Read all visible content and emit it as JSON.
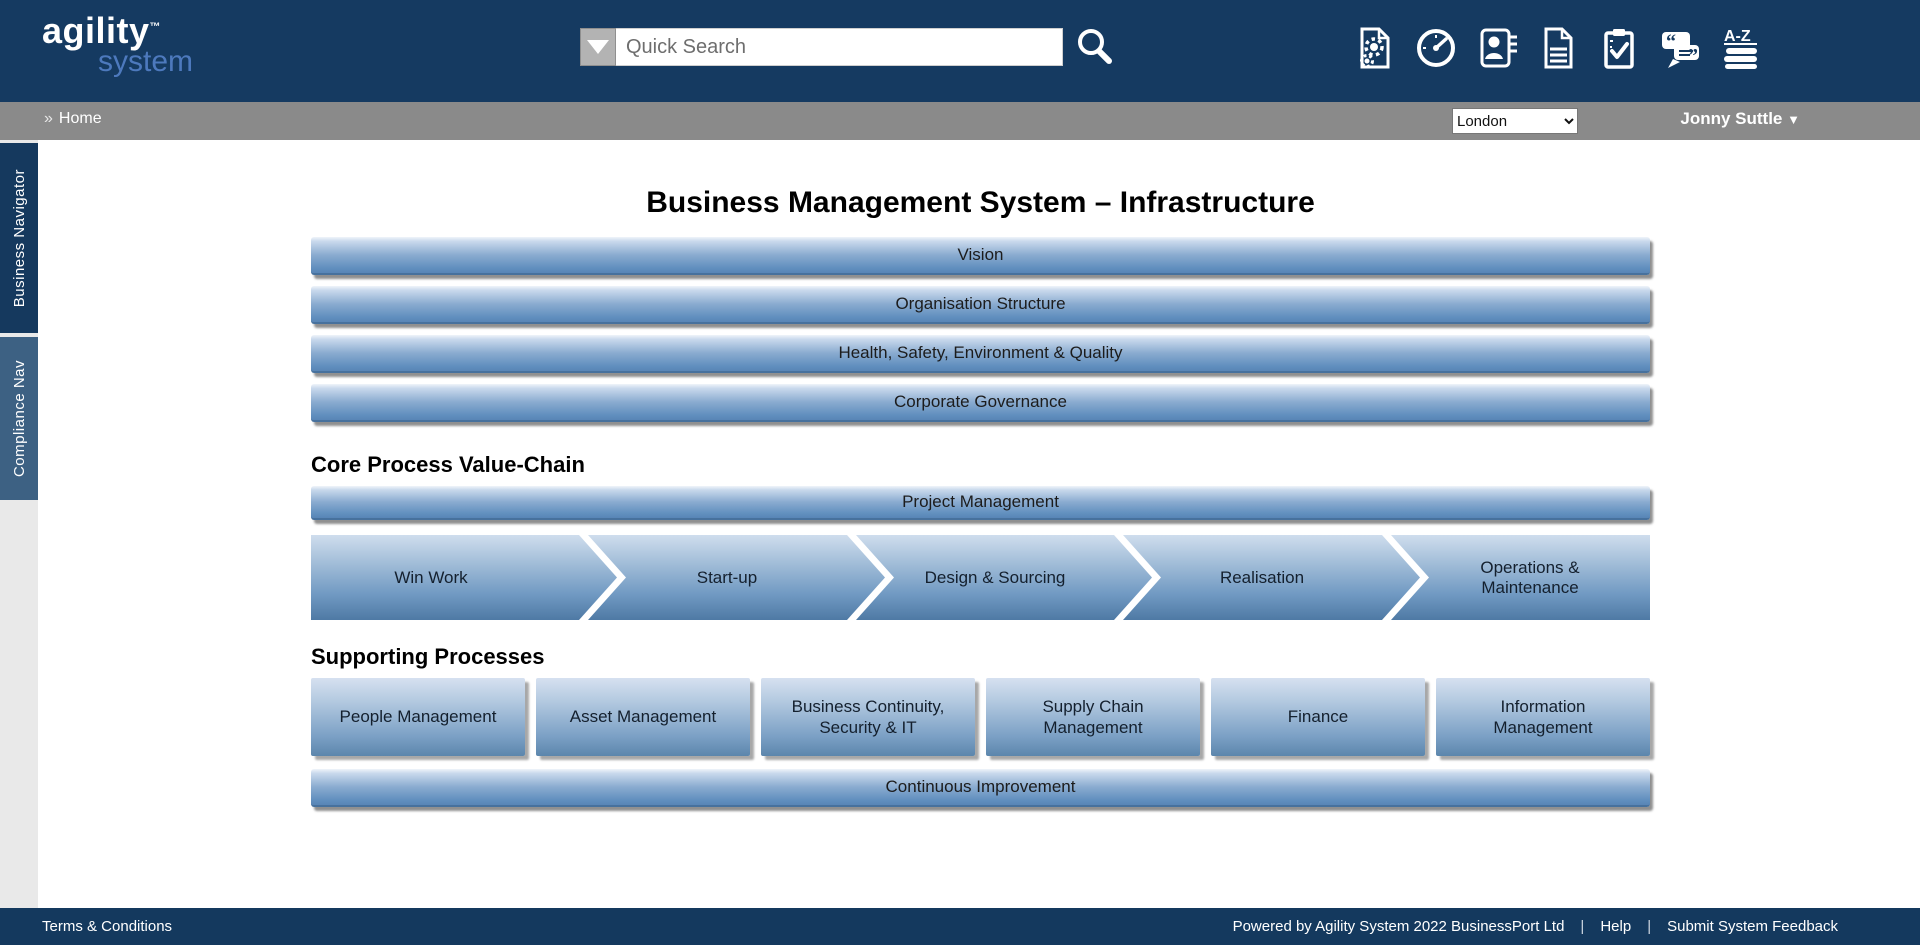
{
  "header": {
    "logo": {
      "word1": "agility",
      "tm": "™",
      "word2": "system"
    },
    "search": {
      "placeholder": "Quick Search"
    },
    "az_label": "A-Z",
    "icon_names": [
      "process-documents",
      "performance-dashboard",
      "contacts",
      "documents",
      "audit-checklist",
      "feedback",
      "a-z-index"
    ]
  },
  "breadcrumb": {
    "marker": "»",
    "home": "Home"
  },
  "topbar": {
    "location": "London",
    "user": "Jonny Suttle",
    "caret": "▼"
  },
  "sidebar": {
    "tabs": [
      {
        "label": "Business Navigator"
      },
      {
        "label": "Compliance Nav"
      }
    ]
  },
  "main": {
    "title": "Business Management System – Infrastructure",
    "top_bars": [
      "Vision",
      "Organisation Structure",
      "Health, Safety, Environment & Quality",
      "Corporate Governance"
    ],
    "core": {
      "heading": "Core Process Value-Chain",
      "bar": "Project Management",
      "chain": [
        "Win Work",
        "Start-up",
        "Design & Sourcing",
        "Realisation",
        "Operations & Maintenance"
      ]
    },
    "supporting": {
      "heading": "Supporting Processes",
      "boxes": [
        "People Management",
        "Asset Management",
        "Business Continuity, Security & IT",
        "Supply Chain Management",
        "Finance",
        "Information Management"
      ],
      "bottom_bar": "Continuous Improvement"
    }
  },
  "footer": {
    "terms": "Terms & Conditions",
    "powered": "Powered by Agility System 2022 BusinessPort Ltd",
    "help": "Help",
    "feedback": "Submit System Feedback",
    "sep": "|"
  },
  "colors": {
    "header_navy": "#153a61",
    "topbar_gray": "#8a8a8a",
    "tab_compliance": "#3d6183",
    "bar_top": "#c9d9ec",
    "bar_bottom": "#5885b6"
  }
}
